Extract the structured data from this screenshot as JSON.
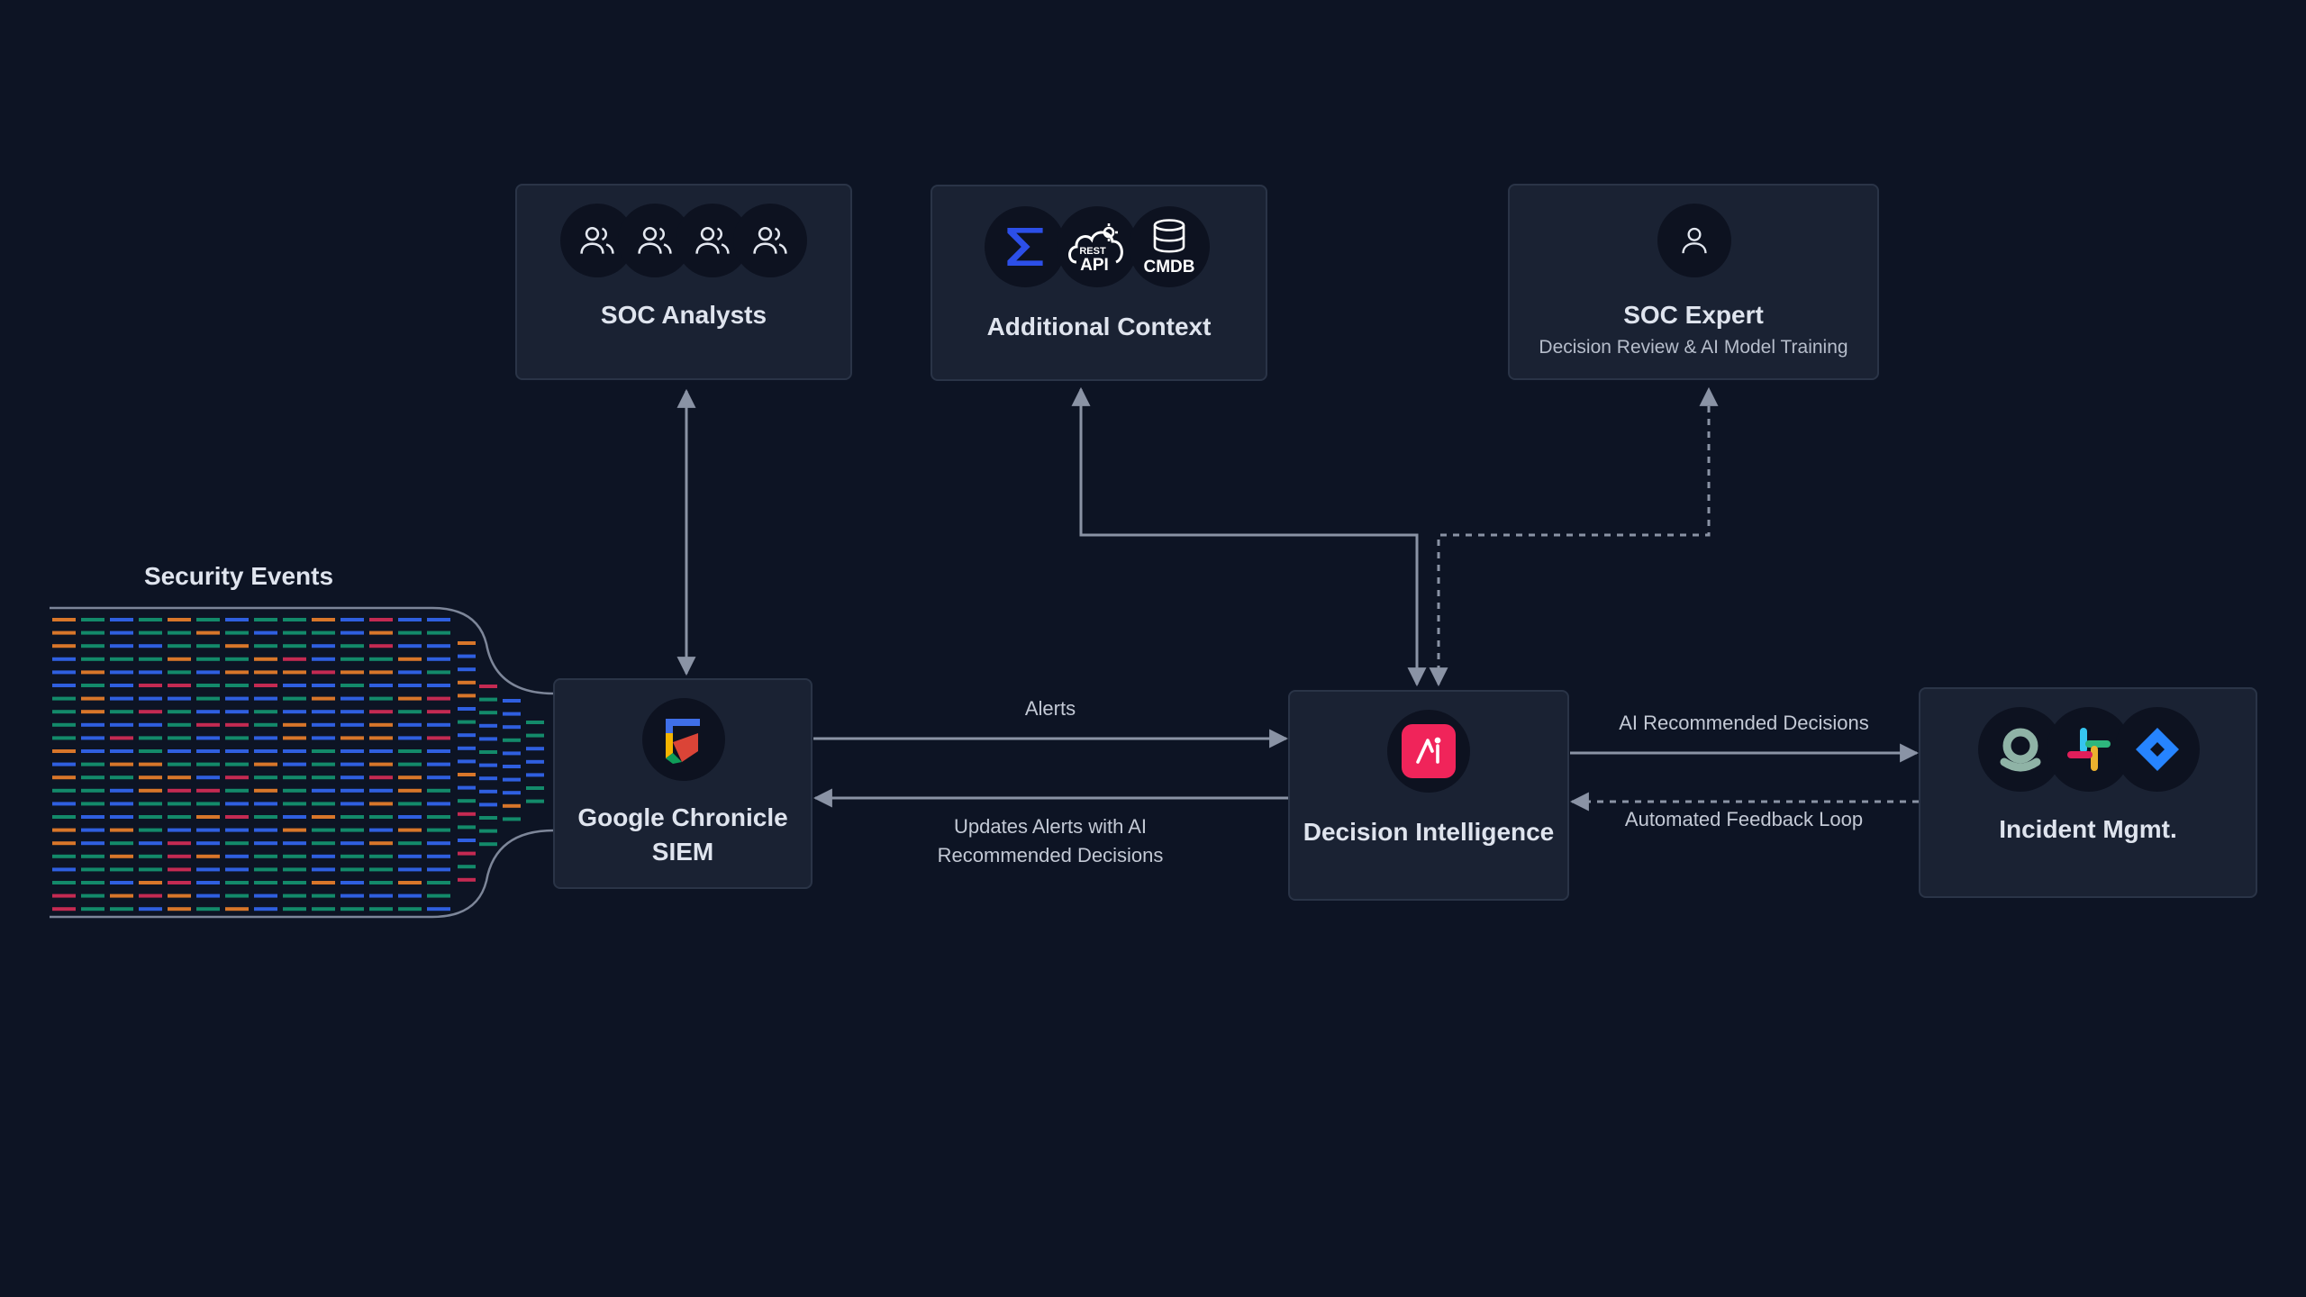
{
  "security_events": {
    "label": "Security Events"
  },
  "soc_analysts": {
    "title": "SOC Analysts",
    "icons": [
      "users-icon",
      "users-icon",
      "users-icon",
      "users-icon"
    ]
  },
  "additional_context": {
    "title": "Additional Context",
    "icons": [
      "sigma-icon",
      "rest-api-icon",
      "cmdb-database-icon"
    ],
    "api_badge_top": "REST",
    "api_badge_main": "API",
    "cmdb_label": "CMDB"
  },
  "soc_expert": {
    "title": "SOC Expert",
    "subtitle": "Decision Review & AI Model Training",
    "icon": "user-icon"
  },
  "siem": {
    "title_line1": "Google Chronicle",
    "title_line2": "SIEM",
    "icon": "google-chronicle-logo-icon"
  },
  "decision_intelligence": {
    "title": "Decision Intelligence",
    "icon": "ai-logo-icon"
  },
  "incident_mgmt": {
    "title": "Incident Mgmt.",
    "icons": [
      "opsgenie-icon",
      "slack-icon",
      "jira-icon"
    ]
  },
  "edges": {
    "alerts": "Alerts",
    "updates_line1": "Updates Alerts with AI",
    "updates_line2": "Recommended Decisions",
    "ai_recommended": "AI Recommended Decisions",
    "feedback_loop": "Automated Feedback Loop"
  },
  "colors": {
    "background": "#0d1424",
    "card": "#1a2233",
    "border": "#2a3447",
    "wire": "#8a93a5",
    "event_blue": "#2f5fe0",
    "event_green": "#138a6a",
    "event_orange": "#d8762a",
    "event_red": "#c42a52"
  }
}
